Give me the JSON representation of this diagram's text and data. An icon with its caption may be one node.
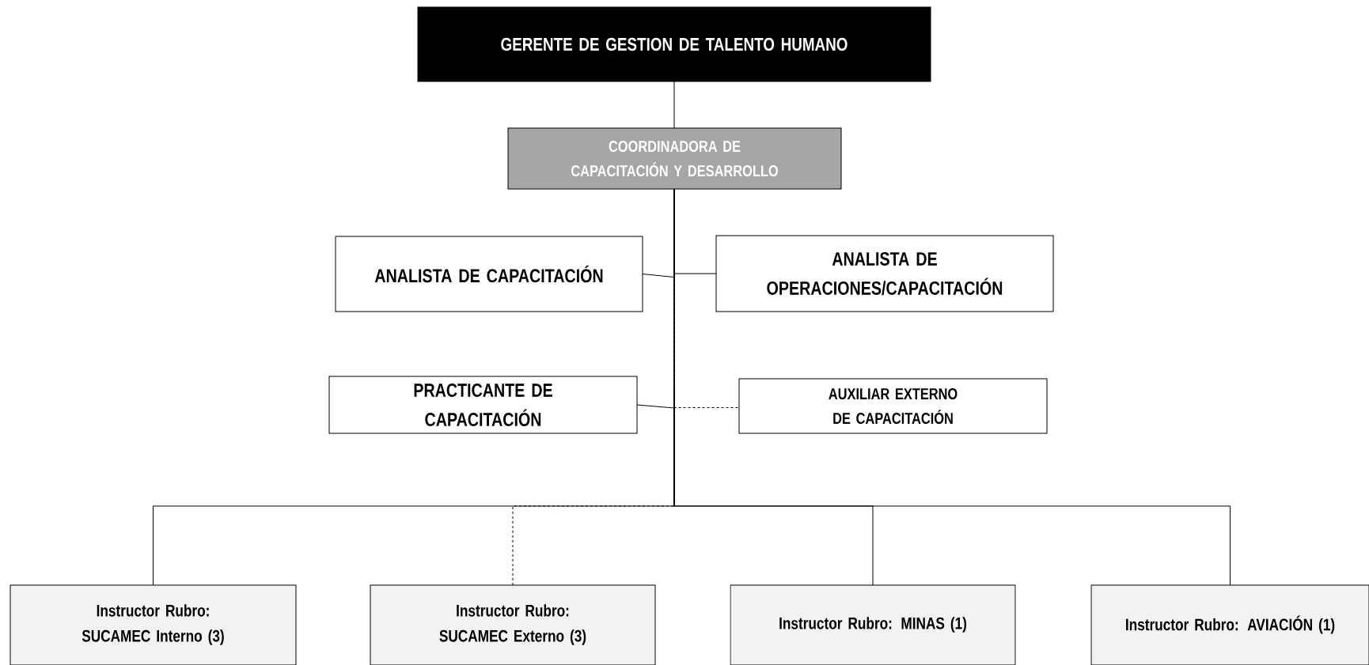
{
  "diagram": {
    "nodes": [
      {
        "text": [
          "GERENTE DE GESTION DE TALENTO HUMANO"
        ]
      },
      {
        "text": [
          "COORDINADORA DE CAPACITACIÓN Y DESARROLLO"
        ]
      },
      {
        "text": [
          "ANALISTA DE CAPACITACIÓN"
        ]
      },
      {
        "text": [
          "ANALISTA DE OPERACIONES/CAPACITACIÓN"
        ]
      },
      {
        "text": [
          "PRACTICANTE DE CAPACITACIÓN"
        ]
      },
      {
        "text": [
          "AUXILIAR EXTERNO DE CAPACITACIÓN"
        ]
      },
      {
        "text": [
          "Instructor Rubro: SUCAMEC Interno (3)"
        ]
      },
      {
        "text": [
          "Instructor Rubro: SUCAMEC Externo (3)"
        ]
      },
      {
        "text": [
          "Instructor Rubro: MINAS (1)"
        ]
      },
      {
        "text": [
          "Instructor Rubro: AVIACIÓN (1)"
        ]
      }
    ],
    "edges": [
      {
        "from": 0,
        "to": 1,
        "arrow": "none"
      },
      {
        "from": 1,
        "to": 2,
        "arrow": "none"
      },
      {
        "from": 1,
        "to": 3,
        "arrow": "none"
      },
      {
        "from": 1,
        "to": 4,
        "arrow": "none"
      },
      {
        "from": 1,
        "to": 5,
        "arrow": "none",
        "style": "dashed"
      },
      {
        "from": 1,
        "to": 6,
        "arrow": "none"
      },
      {
        "from": 1,
        "to": 7,
        "arrow": "none",
        "style": "dashed"
      },
      {
        "from": 1,
        "to": 8,
        "arrow": "none"
      },
      {
        "from": 1,
        "to": 9,
        "arrow": "none"
      }
    ]
  }
}
